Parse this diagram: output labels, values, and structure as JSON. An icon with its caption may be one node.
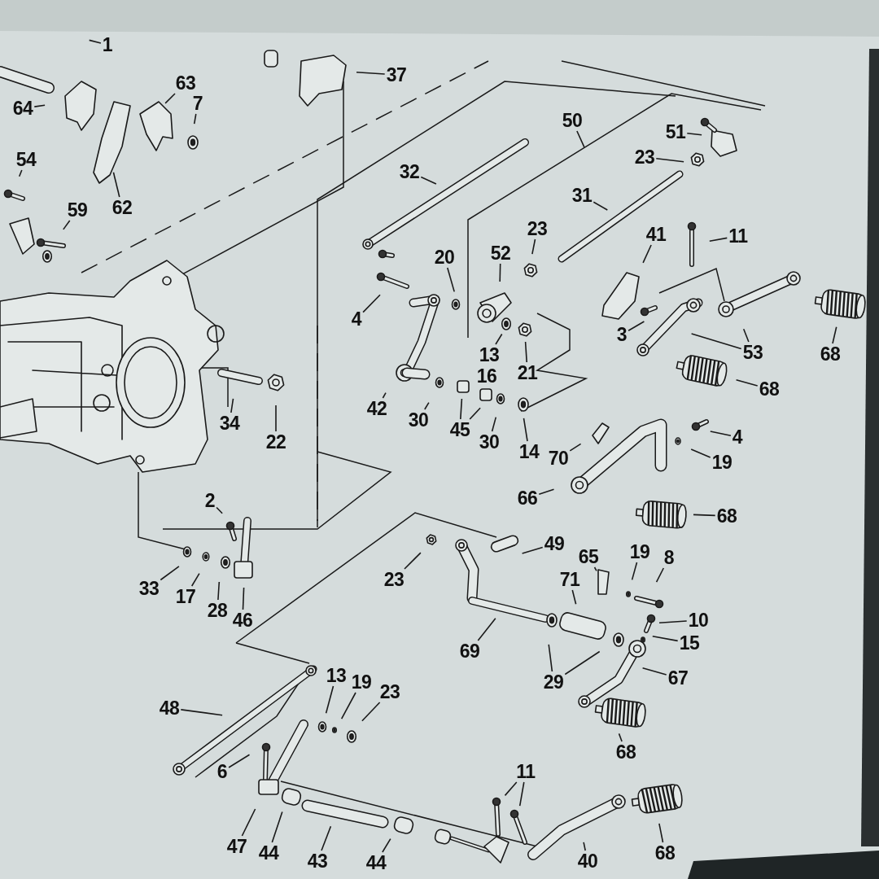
{
  "diagram": {
    "nodes": [
      {
        "text": [
          "1"
        ]
      },
      {
        "text": [
          "37"
        ]
      },
      {
        "text": [
          "64"
        ]
      },
      {
        "text": [
          "63"
        ]
      },
      {
        "text": [
          "7"
        ]
      },
      {
        "text": [
          "54"
        ]
      },
      {
        "text": [
          "62"
        ]
      },
      {
        "text": [
          "59"
        ]
      },
      {
        "text": [
          "32"
        ]
      },
      {
        "text": [
          "50"
        ]
      },
      {
        "text": [
          "51"
        ]
      },
      {
        "text": [
          "23"
        ]
      },
      {
        "text": [
          "31"
        ]
      },
      {
        "text": [
          "23"
        ]
      },
      {
        "text": [
          "41"
        ]
      },
      {
        "text": [
          "11"
        ]
      },
      {
        "text": [
          "20"
        ]
      },
      {
        "text": [
          "52"
        ]
      },
      {
        "text": [
          "4"
        ]
      },
      {
        "text": [
          "3"
        ]
      },
      {
        "text": [
          "53"
        ]
      },
      {
        "text": [
          "68"
        ]
      },
      {
        "text": [
          "13"
        ]
      },
      {
        "text": [
          "21"
        ]
      },
      {
        "text": [
          "68"
        ]
      },
      {
        "text": [
          "42"
        ]
      },
      {
        "text": [
          "30"
        ]
      },
      {
        "text": [
          "34"
        ]
      },
      {
        "text": [
          "22"
        ]
      },
      {
        "text": [
          "45"
        ]
      },
      {
        "text": [
          "30"
        ]
      },
      {
        "text": [
          "14"
        ]
      },
      {
        "text": [
          "70"
        ]
      },
      {
        "text": [
          "4"
        ]
      },
      {
        "text": [
          "19"
        ]
      },
      {
        "text": [
          "66"
        ]
      },
      {
        "text": [
          "68"
        ]
      },
      {
        "text": [
          "2"
        ]
      },
      {
        "text": [
          "49"
        ]
      },
      {
        "text": [
          "65"
        ]
      },
      {
        "text": [
          "19"
        ]
      },
      {
        "text": [
          "8"
        ]
      },
      {
        "text": [
          "33"
        ]
      },
      {
        "text": [
          "17"
        ]
      },
      {
        "text": [
          "28"
        ]
      },
      {
        "text": [
          "46"
        ]
      },
      {
        "text": [
          "23"
        ]
      },
      {
        "text": [
          "71"
        ]
      },
      {
        "text": [
          "10"
        ]
      },
      {
        "text": [
          "15"
        ]
      },
      {
        "text": [
          "69"
        ]
      },
      {
        "text": [
          "29"
        ]
      },
      {
        "text": [
          "67"
        ]
      },
      {
        "text": [
          "13"
        ]
      },
      {
        "text": [
          "19"
        ]
      },
      {
        "text": [
          "23"
        ]
      },
      {
        "text": [
          "48"
        ]
      },
      {
        "text": [
          "6"
        ]
      },
      {
        "text": [
          "68"
        ]
      },
      {
        "text": [
          "11"
        ]
      },
      {
        "text": [
          "47"
        ]
      },
      {
        "text": [
          "44"
        ]
      },
      {
        "text": [
          "43"
        ]
      },
      {
        "text": [
          "44"
        ]
      },
      {
        "text": [
          "40"
        ]
      },
      {
        "text": [
          "68"
        ]
      }
    ],
    "edges": [
      {
        "from": 0,
        "to": null,
        "arrow": "none"
      },
      {
        "from": 1,
        "to": null,
        "arrow": "none"
      },
      {
        "from": 2,
        "to": null,
        "arrow": "none"
      },
      {
        "from": 3,
        "to": null,
        "arrow": "none"
      },
      {
        "from": 4,
        "to": null,
        "arrow": "none"
      },
      {
        "from": 5,
        "to": null,
        "arrow": "none"
      },
      {
        "from": 6,
        "to": null,
        "arrow": "none"
      },
      {
        "from": 7,
        "to": null,
        "arrow": "none"
      },
      {
        "from": 8,
        "to": null,
        "arrow": "none"
      },
      {
        "from": 9,
        "to": null,
        "arrow": "none"
      },
      {
        "from": 10,
        "to": null,
        "arrow": "none"
      },
      {
        "from": 11,
        "to": null,
        "arrow": "none"
      },
      {
        "from": 12,
        "to": null,
        "arrow": "none"
      },
      {
        "from": 13,
        "to": null,
        "arrow": "none"
      },
      {
        "from": 14,
        "to": null,
        "arrow": "none"
      },
      {
        "from": 15,
        "to": null,
        "arrow": "none"
      },
      {
        "from": 16,
        "to": null,
        "arrow": "none"
      },
      {
        "from": 17,
        "to": null,
        "arrow": "none"
      },
      {
        "from": 18,
        "to": null,
        "arrow": "none"
      },
      {
        "from": 19,
        "to": null,
        "arrow": "none"
      },
      {
        "from": 20,
        "to": null,
        "arrow": "none"
      },
      {
        "from": 20,
        "to": null,
        "arrow": "none"
      },
      {
        "from": 21,
        "to": null,
        "arrow": "none"
      },
      {
        "from": 22,
        "to": null,
        "arrow": "none"
      },
      {
        "from": 23,
        "to": null,
        "arrow": "none"
      },
      {
        "from": 24,
        "to": null,
        "arrow": "none"
      },
      {
        "from": 25,
        "to": null,
        "arrow": "none"
      },
      {
        "from": 26,
        "to": null,
        "arrow": "none"
      },
      {
        "from": 27,
        "to": null,
        "arrow": "none"
      },
      {
        "from": 28,
        "to": null,
        "arrow": "none"
      },
      {
        "from": 29,
        "to": null,
        "arrow": "none"
      },
      {
        "from": 29,
        "to": null,
        "arrow": "none"
      },
      {
        "from": 30,
        "to": null,
        "arrow": "none"
      },
      {
        "from": 31,
        "to": null,
        "arrow": "none"
      },
      {
        "from": 32,
        "to": null,
        "arrow": "none"
      },
      {
        "from": 33,
        "to": null,
        "arrow": "none"
      },
      {
        "from": 34,
        "to": null,
        "arrow": "none"
      },
      {
        "from": 35,
        "to": null,
        "arrow": "none"
      },
      {
        "from": 36,
        "to": null,
        "arrow": "none"
      },
      {
        "from": 37,
        "to": null,
        "arrow": "none"
      },
      {
        "from": 38,
        "to": null,
        "arrow": "none"
      },
      {
        "from": 39,
        "to": null,
        "arrow": "none"
      },
      {
        "from": 40,
        "to": null,
        "arrow": "none"
      },
      {
        "from": 41,
        "to": null,
        "arrow": "none"
      },
      {
        "from": 42,
        "to": null,
        "arrow": "none"
      },
      {
        "from": 43,
        "to": null,
        "arrow": "none"
      },
      {
        "from": 44,
        "to": null,
        "arrow": "none"
      },
      {
        "from": 45,
        "to": null,
        "arrow": "none"
      },
      {
        "from": 46,
        "to": null,
        "arrow": "none"
      },
      {
        "from": 47,
        "to": null,
        "arrow": "none"
      },
      {
        "from": 48,
        "to": null,
        "arrow": "none"
      },
      {
        "from": 49,
        "to": null,
        "arrow": "none"
      },
      {
        "from": 50,
        "to": null,
        "arrow": "none"
      },
      {
        "from": 51,
        "to": null,
        "arrow": "none"
      },
      {
        "from": 51,
        "to": null,
        "arrow": "none"
      },
      {
        "from": 52,
        "to": null,
        "arrow": "none"
      },
      {
        "from": 53,
        "to": null,
        "arrow": "none"
      },
      {
        "from": 54,
        "to": null,
        "arrow": "none"
      },
      {
        "from": 55,
        "to": null,
        "arrow": "none"
      },
      {
        "from": 56,
        "to": null,
        "arrow": "none"
      },
      {
        "from": 57,
        "to": null,
        "arrow": "none"
      },
      {
        "from": 58,
        "to": null,
        "arrow": "none"
      },
      {
        "from": 59,
        "to": null,
        "arrow": "none"
      },
      {
        "from": 59,
        "to": null,
        "arrow": "none"
      },
      {
        "from": 60,
        "to": null,
        "arrow": "none"
      },
      {
        "from": 61,
        "to": null,
        "arrow": "none"
      },
      {
        "from": 62,
        "to": null,
        "arrow": "none"
      },
      {
        "from": 63,
        "to": null,
        "arrow": "none"
      },
      {
        "from": 64,
        "to": null,
        "arrow": "none"
      },
      {
        "from": 65,
        "to": null,
        "arrow": "none"
      }
    ],
    "labels": [
      "16"
    ]
  }
}
